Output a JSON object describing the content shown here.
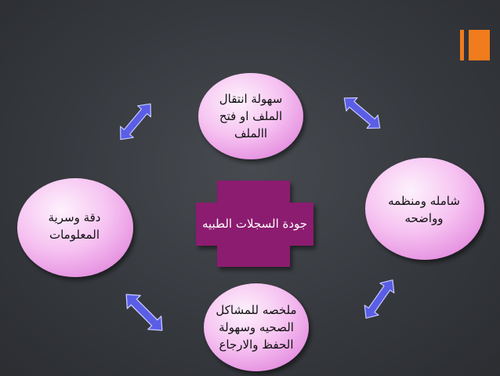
{
  "colors": {
    "background": "#3a3d42",
    "accent_orange": "#f07c1e",
    "center_plus": "#8c1a6f",
    "circle_fill_light": "#fce8fb",
    "circle_fill_dark": "#e98ee3",
    "arrow_fill": "#5a5ee6"
  },
  "center": {
    "label": "جودة السجلات الطبيه"
  },
  "nodes": {
    "top": [
      "سهولة انتقال",
      "الملف او فتح",
      "االملف"
    ],
    "right": [
      "شامله ومنظمه",
      "وواضحه"
    ],
    "bottom": [
      "ملخصه للمشاكل",
      "الصحيه وسهولة",
      "الحفظ والارجاع"
    ],
    "left": [
      "دقة وسرية",
      "المعلومات"
    ]
  },
  "icons": [
    "double-arrow-icon"
  ]
}
